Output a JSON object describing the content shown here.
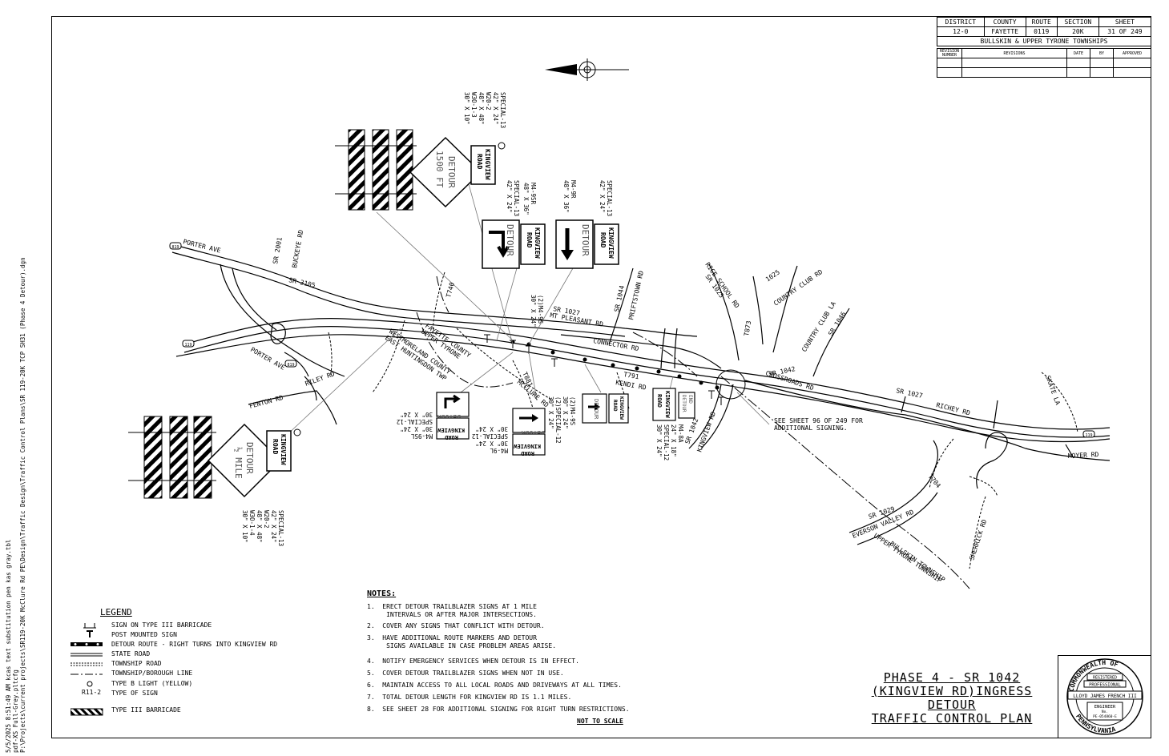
{
  "title_block": {
    "headers": [
      "DISTRICT",
      "COUNTY",
      "ROUTE",
      "SECTION",
      "SHEET"
    ],
    "values": [
      "12-0",
      "FAYETTE",
      "0119",
      "20K",
      "31 OF 249"
    ],
    "townships": "BULLSKIN & UPPER TYRONE TOWNSHIPS",
    "rev_headers": [
      "REVISION NUMBER",
      "REVISIONS",
      "DATE",
      "BY",
      "APPROVED"
    ]
  },
  "plan_title": {
    "line1": "PHASE 4 - SR 1042",
    "line2": "(KINGVIEW RD)INGRESS",
    "line3": "DETOUR",
    "line4": "TRAFFIC CONTROL PLAN"
  },
  "seal": {
    "top": "COMMONWEALTH OF",
    "bottom": "PENNSYLVANIA",
    "registered": "REGISTERED",
    "professional": "PROFESSIONAL",
    "name": "LLOYD JAMES FRENCH III",
    "engineer": "ENGINEER",
    "no": "No.",
    "number": "PE-054860-E"
  },
  "legend": {
    "title": "LEGEND",
    "items": [
      "SIGN ON TYPE III BARRICADE",
      "POST MOUNTED SIGN",
      "DETOUR ROUTE - RIGHT TURNS INTO KINGVIEW RD",
      "STATE ROAD",
      "TOWNSHIP ROAD",
      "TOWNSHIP/BOROUGH LINE",
      "TYPE B LIGHT (YELLOW)",
      "TYPE OF SIGN",
      "TYPE III BARRICADE"
    ],
    "sign_code": "R11-2"
  },
  "notes": {
    "title": "NOTES:",
    "items": [
      "1.  ERECT DETOUR TRAILBLAZER SIGNS AT 1 MILE\n     INTERVALS OR AFTER MAJOR INTERSECTIONS.",
      "2.  COVER ANY SIGNS THAT CONFLICT WITH DETOUR.",
      "3.  HAVE ADDITIONAL ROUTE MARKERS AND DETOUR\n     SIGNS AVAILABLE IN CASE PROBLEM AREAS ARISE.",
      "4.  NOTIFY EMERGENCY SERVICES WHEN DETOUR IS IN EFFECT.",
      "5.  COVER DETOUR TRAILBLAZER SIGNS WHEN NOT IN USE.",
      "6.  MAINTAIN ACCESS TO ALL LOCAL ROADS AND DRIVEWAYS AT ALL TIMES.",
      "7.  TOTAL DETOUR LENGTH FOR KINGVIEW RD IS 1.1 MILES.",
      "8.  SEE SHEET 28 FOR ADDITIONAL SIGNING FOR RIGHT TURN RESTRICTIONS."
    ],
    "scale": "NOT TO SCALE"
  },
  "sidebar": {
    "line1": "5/5/2025   8:51:49 AM   kcas          text substitution pen kas gray.tbl",
    "line2": "pdf-XS Full-Grey.pltcfg",
    "line3": "P:\\Projects\\current projects\\SR119-20K McClure Rd PE\\Design\\Traffic Design\\Traffic Control Plans\\SR 119-20K TCP SH31 (Phase 4 Detour).dgn"
  },
  "map": {
    "roads": {
      "porter_ave_top": "PORTER AVE",
      "sr2001": "SR 2001",
      "buckeye": "BUCKEYE RD",
      "sr3105": "SR 3105",
      "t740": "T740",
      "sr1044": "SR 1044",
      "priftstown": "PRIFTSTOWN RD",
      "sr1027_mt": "SR 1027",
      "mt_pleasant": "MT PLEASANT RD",
      "connector": "CONNECTOR RD",
      "rice_school": "RICE SCHOOL RD",
      "sr1025": "SR 1025",
      "t873": "T873",
      "t1025": "1025",
      "country_club": "COUNTRY CLUB RD",
      "country_club_la": "COUNTRY CLUB LA",
      "sr1046": "SR 1046",
      "sr1042_cross": "SR 1042",
      "crossroads": "CROSSROADS RD",
      "sr1027_richey": "SR 1027",
      "richey": "RICHEY RD",
      "skate_la": "SKATE LA",
      "moyer": "MOYER RD",
      "t704": "T704",
      "sr1029": "SR 1029",
      "everson": "EVERSON VALLEY RD",
      "bullskin_twp": "BULLSKIN TOWNSHIP",
      "upper_tyrone_twp": "UPPER TYRONE TOWNSHIP",
      "sherrick": "SHERRICK RD",
      "porter_ave_low": "PORTER AVE",
      "riley": "RILEY RD",
      "fenton": "FENTON RD",
      "fayette_county": "FAYETTE COUNTY",
      "upper_tyrone": "UPPER TYRONE",
      "westmoreland": "WESTMORELAND COUNTY",
      "east_huntingdon": "EAST HUNTINGDON TWP",
      "t881": "T881",
      "mcclure": "MCCLURE RD",
      "t791": "T791",
      "kendi": "KENDI RD",
      "sr1042_king": "SR 1042",
      "kingview_rd": "KINGVIEW RD",
      "route119": "119",
      "route819": "819",
      "route31": "819"
    },
    "see_sheet": "SEE SHEET 96 OF 249 FOR\nADDITIONAL SIGNING.",
    "signs": {
      "detour": "DETOUR",
      "kingview": "KINGVIEW",
      "road": "ROAD",
      "end": "END",
      "dist_top": "1500 FT",
      "dist_left": "½ MILE",
      "spec_top_a": "SPECIAL-13\n42\" X 24\"\nW20-2\n48\" X 48\"\nW3O-1-3\n30\" X 10\"",
      "spec_left": "SPECIAL-13\n42\" X 24\"\nW20-2\n48\" X 48\"\nW3O-1-4\n30\" X 10\"",
      "spec_m49sr": "M4-9SR\n48\" X 36\"",
      "spec_sp13_b": "SPECIAL-13\n42\" X 24\"",
      "spec_m49r": "M4-9R\n48\" X 36\"",
      "spec_sp13_c": "SPECIAL-13\n42\" X 24\"",
      "spec_m49s": "(2)M4-9S\n30\" X 24\"",
      "spec_m49l": "M4-9L\n30\" X 24\"\nSPECIAL-12\n30\" X 24\"",
      "spec_m49sl": "M4-9SL\n30\" X 24\"\nSPECIAL-12\n30\" X 24\"",
      "spec_m49s2": "(2)M4-9S\n30\" X 24\"\n(2)SPECIAL-12\n30\" X 24\"",
      "spec_m48a": "M4-8A\n24\" X 18\"\nSPECIAL-12\n30\" X 24\""
    }
  }
}
